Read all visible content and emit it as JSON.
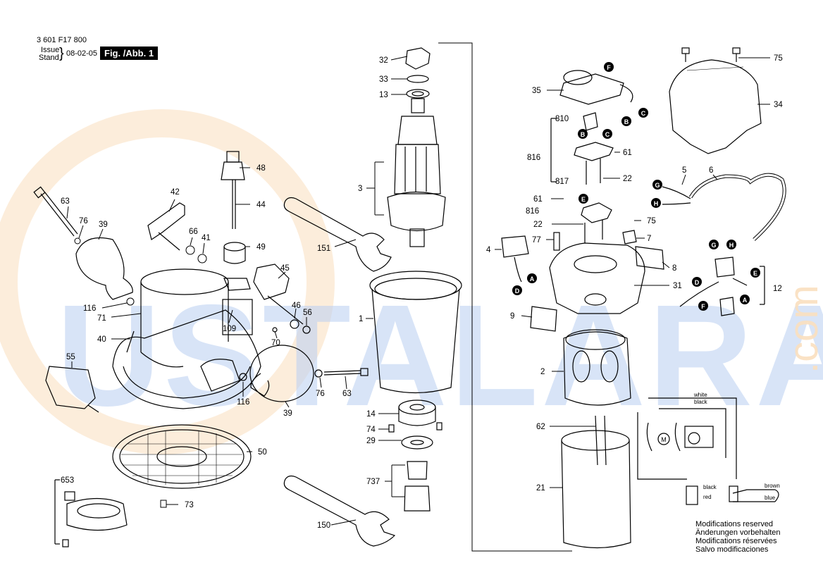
{
  "header": {
    "part_number": "3 601 F17 800",
    "issue_label": "Issue",
    "stand_label": "Stand",
    "date": "08-02-05",
    "figure": "Fig. /Abb. 1"
  },
  "watermark": {
    "text": "USTALARA",
    "suffix": ".com"
  },
  "notes": [
    "Modifications reserved",
    "Änderungen vorbehalten",
    "Modifications réservées",
    "Salvo modificaciones"
  ],
  "wiring": {
    "white": "white",
    "black_top": "black",
    "black": "black",
    "red": "red",
    "brown": "brown",
    "blue": "blue",
    "motor": "M"
  },
  "connectors": [
    "A",
    "B",
    "C",
    "D",
    "E",
    "F",
    "G",
    "H"
  ],
  "parts": {
    "p1": "1",
    "p2": "2",
    "p3": "3",
    "p4": "4",
    "p5": "5",
    "p6": "6",
    "p7": "7",
    "p8": "8",
    "p9": "9",
    "p12": "12",
    "p13": "13",
    "p14": "14",
    "p21": "21",
    "p22a": "22",
    "p22b": "22",
    "p29": "29",
    "p31": "31",
    "p32": "32",
    "p33": "33",
    "p34": "34",
    "p35": "35",
    "p39a": "39",
    "p39b": "39",
    "p40": "40",
    "p41": "41",
    "p42": "42",
    "p44": "44",
    "p45": "45",
    "p46": "46",
    "p48": "48",
    "p49": "49",
    "p50": "50",
    "p55": "55",
    "p56": "56",
    "p61a": "61",
    "p61b": "61",
    "p62": "62",
    "p63a": "63",
    "p63b": "63",
    "p66": "66",
    "p70": "70",
    "p71": "71",
    "p73": "73",
    "p74": "74",
    "p75a": "75",
    "p75b": "75",
    "p76a": "76",
    "p76b": "76",
    "p77": "77",
    "p109": "109",
    "p116a": "116",
    "p116b": "116",
    "p150": "150",
    "p151": "151",
    "p653": "653",
    "p737": "737",
    "p810": "810",
    "p816a": "816",
    "p816b": "816",
    "p817": "817"
  }
}
